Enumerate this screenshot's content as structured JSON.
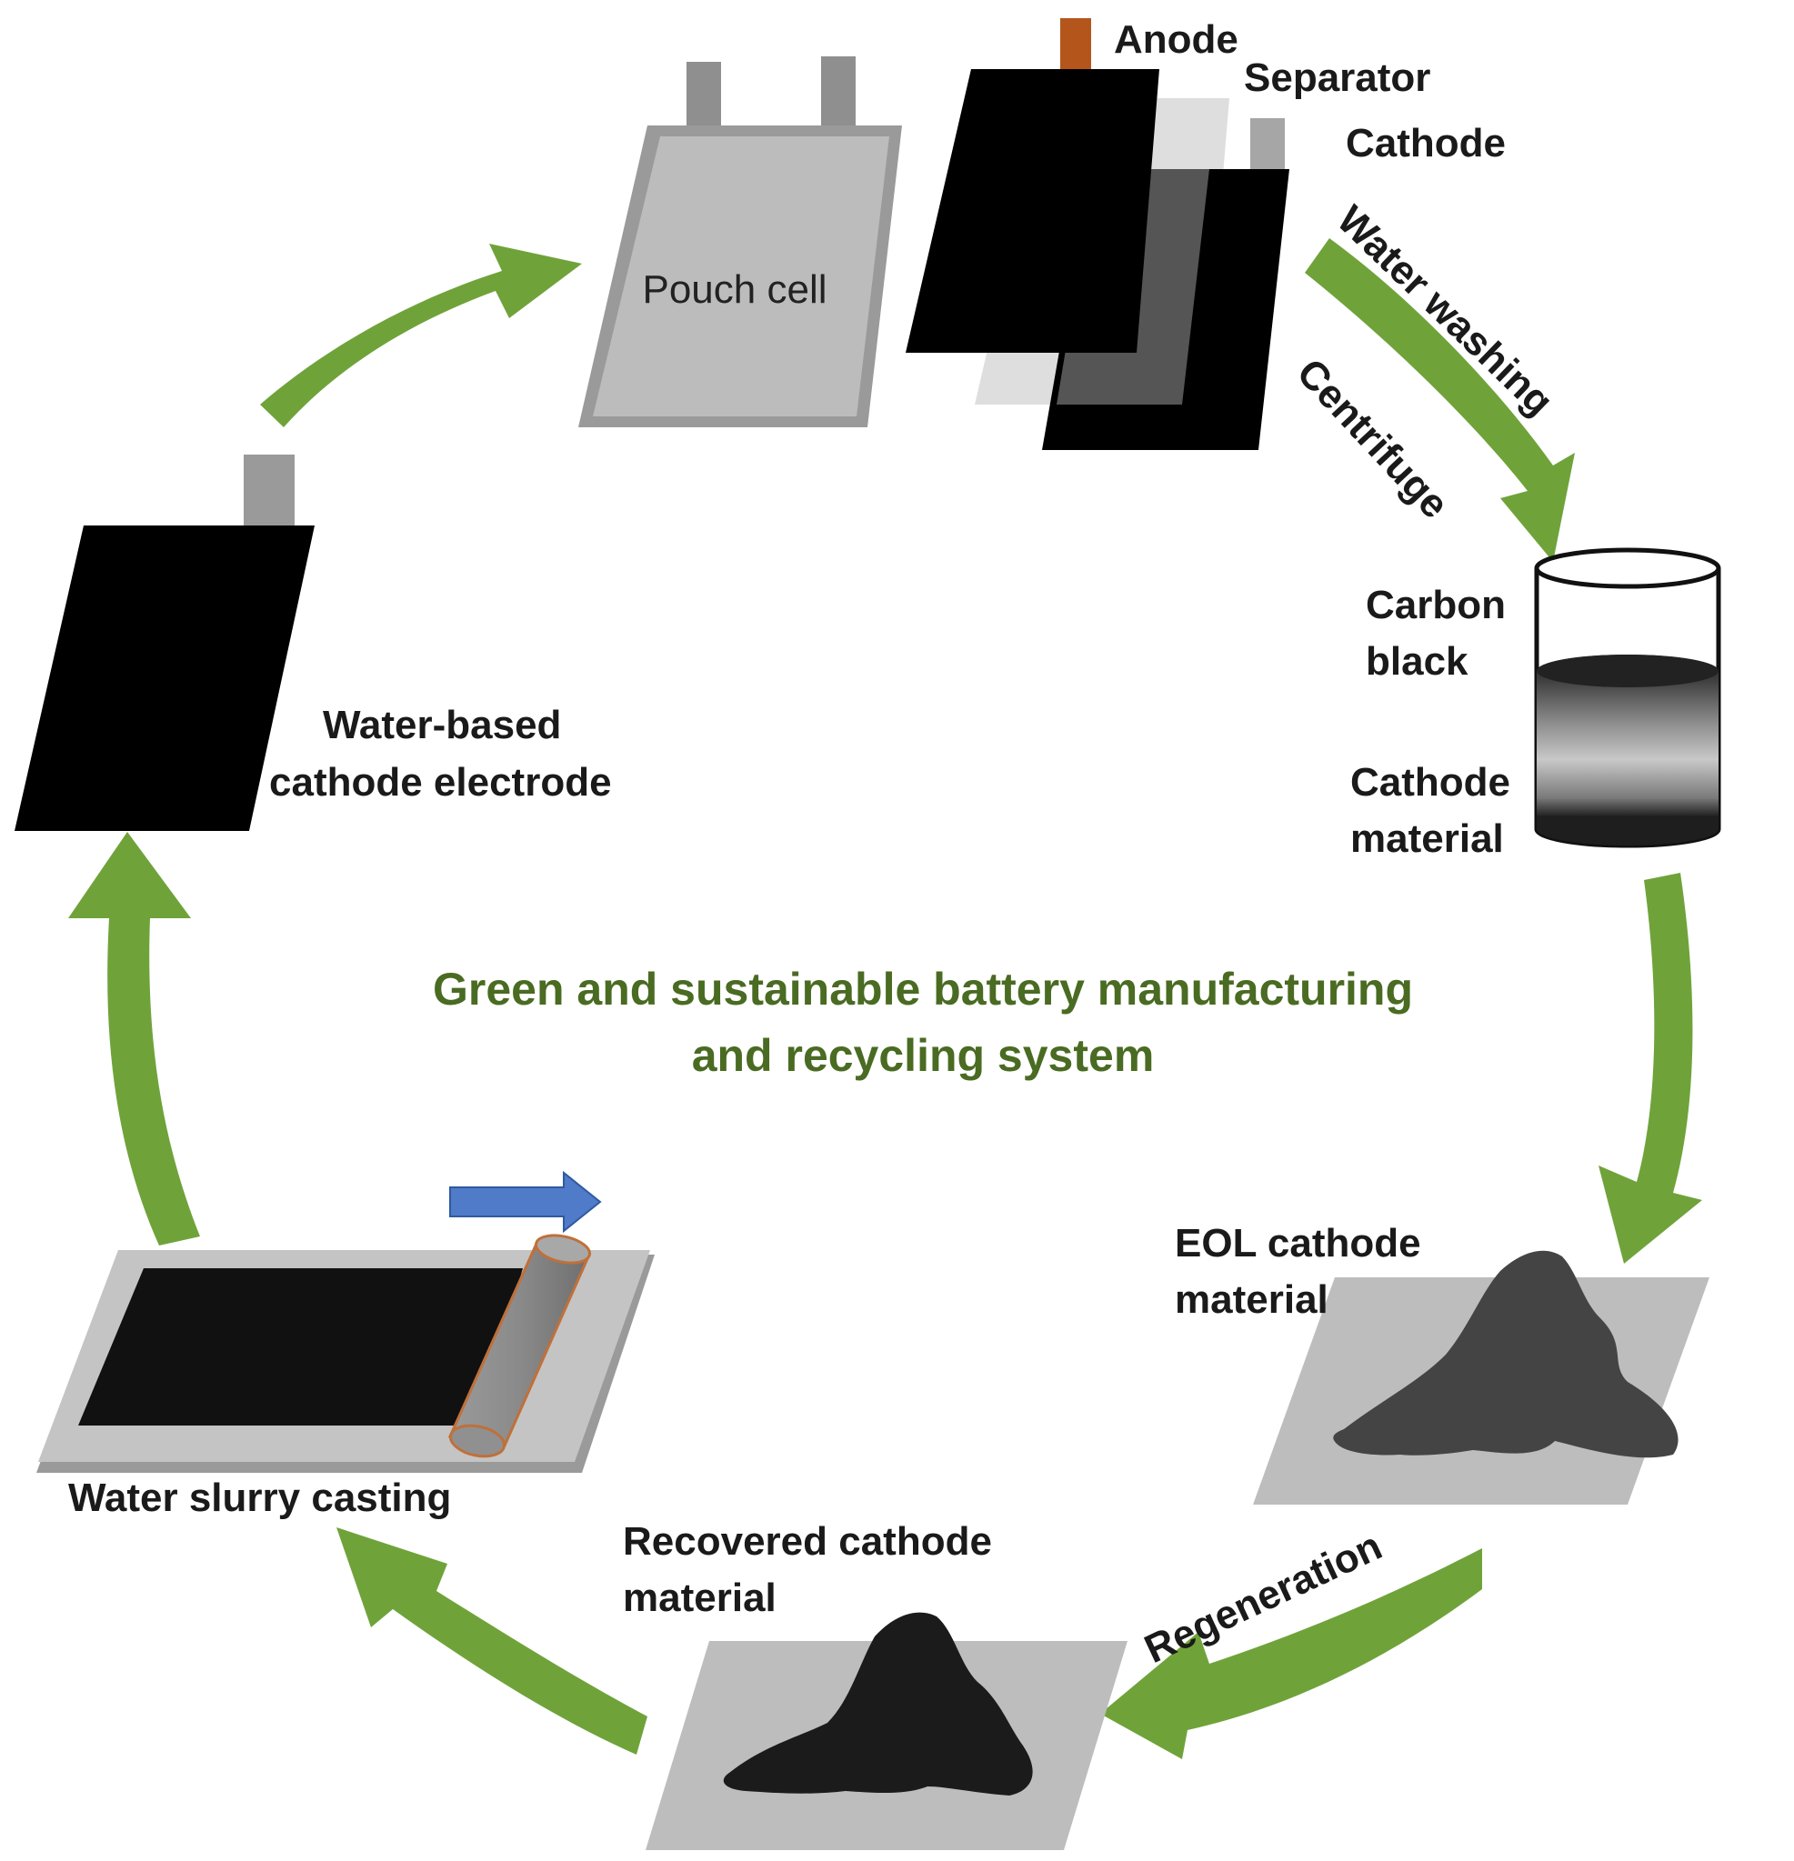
{
  "title": {
    "line1": "Green and sustainable battery manufacturing",
    "line2": "and recycling system"
  },
  "components": {
    "pouch_cell": "Pouch cell",
    "anode": "Anode",
    "separator": "Separator",
    "cathode": "Cathode"
  },
  "steps": {
    "water_washing": "Water washing",
    "centrifuge": "Centrifuge",
    "regeneration": "Regeneration"
  },
  "beaker": {
    "top_label_1": "Carbon",
    "top_label_2": "black",
    "bottom_label_1": "Cathode",
    "bottom_label_2": "material"
  },
  "eol": {
    "line1": "EOL cathode",
    "line2": "material"
  },
  "recovered": {
    "line1": "Recovered cathode",
    "line2": "material"
  },
  "casting": {
    "label": "Water slurry casting"
  },
  "electrode": {
    "line1": "Water-based",
    "line2": "cathode electrode"
  },
  "colors": {
    "arrow_green": "#6fa33a",
    "title_green": "#4a6b22",
    "anode_tab": "#b4561c",
    "direction_arrow": "#4f7bc8",
    "plate_gray": "#bdbdbd",
    "eol_pile": "#444444",
    "recovered_pile": "#1b1b1b"
  }
}
